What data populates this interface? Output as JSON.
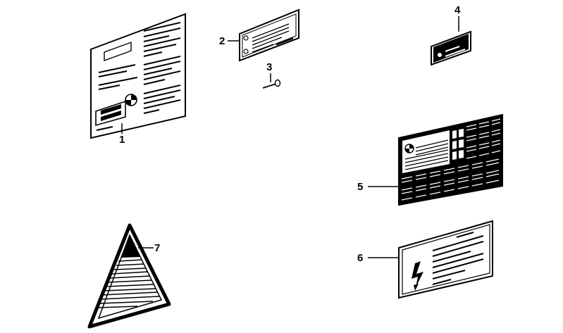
{
  "callouts": {
    "part_1": "1",
    "part_2": "2",
    "part_3": "3",
    "part_4": "4",
    "part_5": "5",
    "part_6": "6",
    "part_7": "7"
  },
  "colors": {
    "ink": "#000000",
    "paper": "#ffffff"
  },
  "icons": [
    "bmw-roundel-icon",
    "lightning-bolt-icon",
    "rivet-icon"
  ]
}
